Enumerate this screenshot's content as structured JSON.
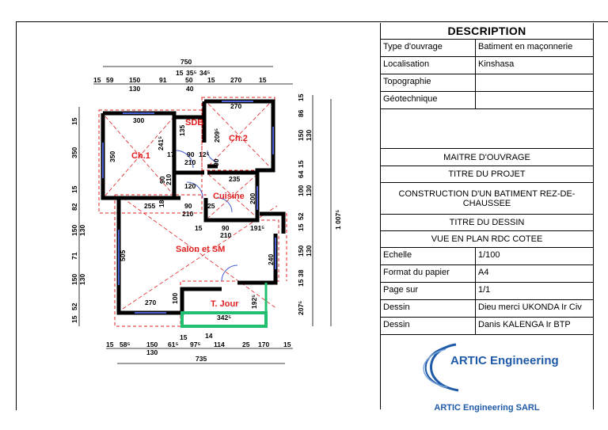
{
  "plan": {
    "rooms": {
      "ch1": "Ch.1",
      "ch2": "Ch.2",
      "sdb": "SDB",
      "cuisine": "Cuisine",
      "salon": "Salon et SM",
      "tjour": "T. Jour"
    },
    "dims_top": {
      "total": "750",
      "row": [
        "15",
        "59",
        "150",
        "91",
        "15",
        "35⁵",
        "34⁵",
        "50",
        "15",
        "270",
        "15"
      ],
      "sub_130": "130",
      "sub_40": "40"
    },
    "dims_bottom": {
      "row": [
        "15",
        "58⁵",
        "150",
        "61⁵",
        "15",
        "97⁵",
        "14",
        "114",
        "25",
        "170",
        "15"
      ],
      "sub_130": "130",
      "total": "735"
    },
    "dims_left": [
      "15",
      "350",
      "15",
      "82",
      "150",
      "130",
      "71",
      "505",
      "150",
      "130",
      "52",
      "15"
    ],
    "dims_right": [
      "15",
      "86",
      "150",
      "130",
      "15",
      "64",
      "100",
      "130",
      "52",
      "15",
      "150",
      "130",
      "38",
      "15",
      "207⁵"
    ],
    "dims_total_right": "1 007⁵",
    "dims_interior": {
      "ch1_width": "300",
      "ch1_height": "350",
      "ch1_diag": "241⁵",
      "sdb_height": "135",
      "ch2_width": "270",
      "ch2_height": "209⁵",
      "d90a": "90",
      "d17": "17",
      "d125": "12⁵",
      "d210a": "210",
      "d90b": "90",
      "d210b": "210",
      "d235": "235",
      "d120": "120",
      "d90c": "90",
      "d210c": "210",
      "d200": "200",
      "d255": "255",
      "d18": "18",
      "d90d": "90",
      "d25": "25",
      "d210d": "210",
      "d15": "15",
      "d90e": "90",
      "d1915": "191⁵",
      "d210e": "210",
      "d505": "505",
      "d240": "240",
      "d270": "270",
      "d100": "100",
      "d1925": "192⁵",
      "d3425": "342⁵"
    }
  },
  "titleblock": {
    "header": "DESCRIPTION",
    "rows1": [
      {
        "k": "Type d'ouvrage",
        "v": "Batiment en maçonnerie"
      },
      {
        "k": "Localisation",
        "v": "Kinshasa"
      },
      {
        "k": "Topographie",
        "v": ""
      },
      {
        "k": "Géotechnique",
        "v": ""
      }
    ],
    "maitre": "MAITRE D'OUVRAGE",
    "titre_projet": "TITRE DU PROJET",
    "projet": "CONSTRUCTION D'UN BATIMENT REZ-DE-CHAUSSEE",
    "titre_dessin": "TITRE DU DESSIN",
    "dessin_name": "VUE EN PLAN RDC COTEE",
    "rows2": [
      {
        "k": "Echelle",
        "v": "1/100"
      },
      {
        "k": "Format du papier",
        "v": "A4"
      },
      {
        "k": "Page sur",
        "v": "1/1"
      },
      {
        "k": "Dessin",
        "v": "Dieu merci UKONDA Ir Civ"
      },
      {
        "k": "Dessin",
        "v": "Danis KALENGA Ir BTP"
      }
    ],
    "logo": "ARTIC Engineering",
    "company": "ARTIC Engineering SARL"
  },
  "colors": {
    "wall": "#000000",
    "dashed": "#e02020",
    "window": "#4a5fd0",
    "terrace": "#20c070",
    "logo": "#1f5aa8"
  }
}
